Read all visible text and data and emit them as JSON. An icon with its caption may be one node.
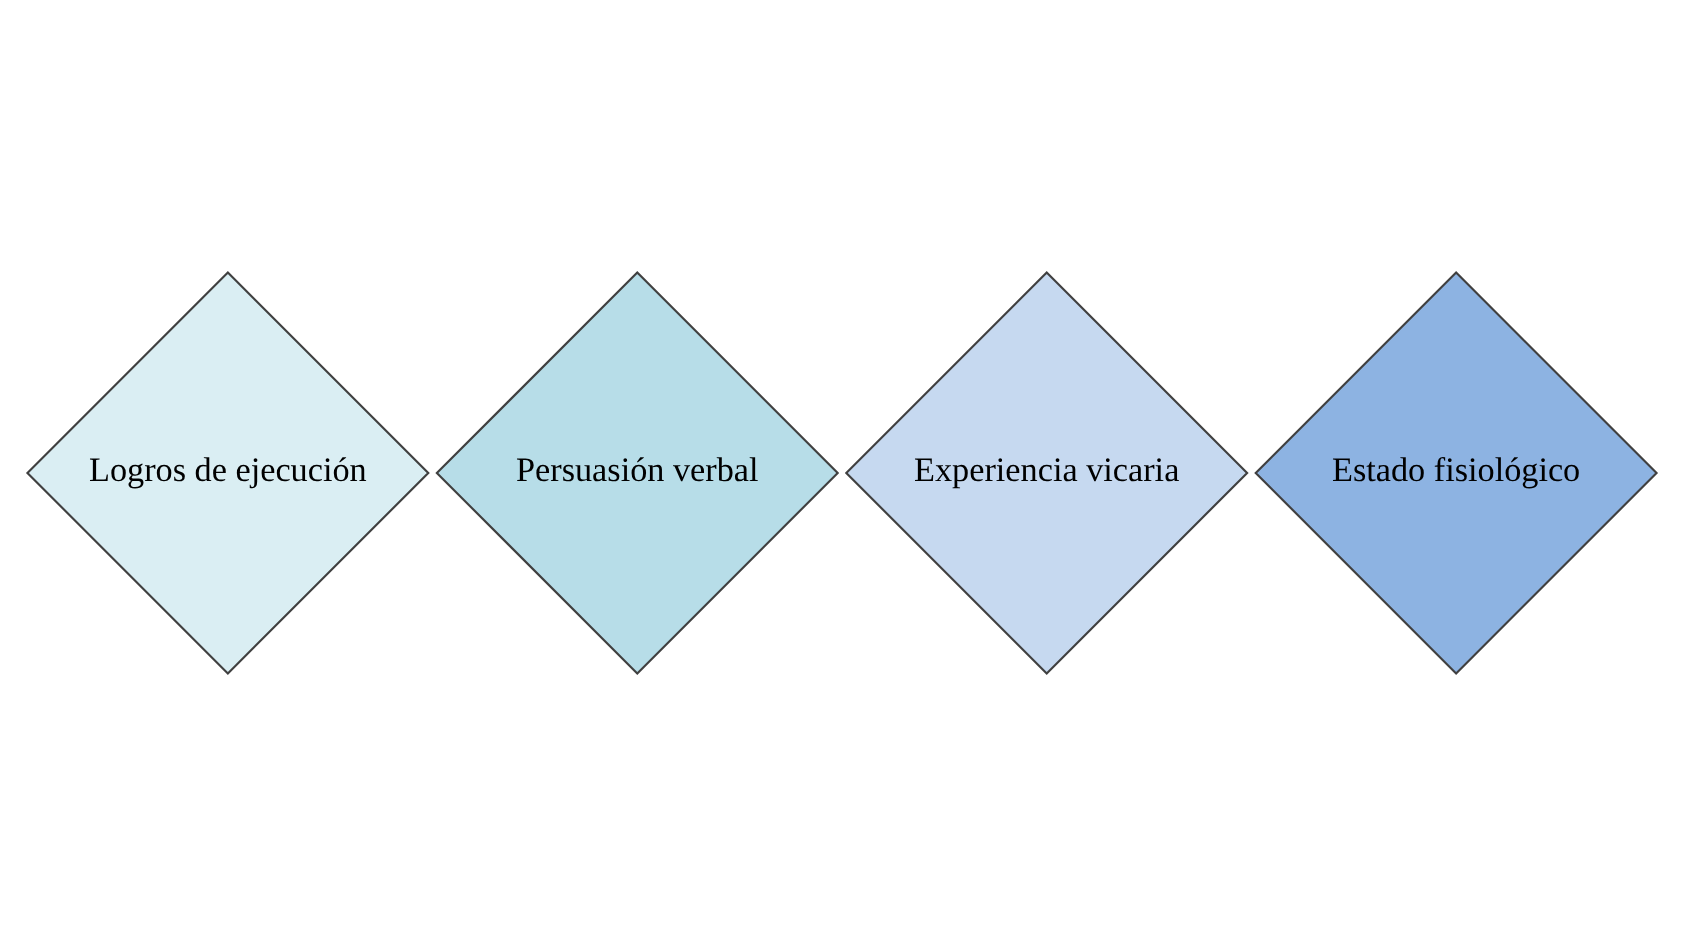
{
  "diagram": {
    "nodes": [
      {
        "text": [
          "Logros de ejecución"
        ]
      },
      {
        "text": [
          "Persuasión verbal"
        ]
      },
      {
        "text": [
          "Experiencia vicaria"
        ]
      },
      {
        "text": [
          "Estado fisiológico"
        ]
      }
    ]
  }
}
